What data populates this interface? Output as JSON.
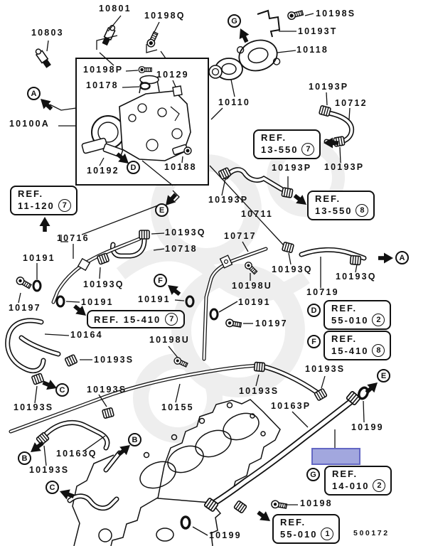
{
  "diagram": {
    "drawing_number": "500172",
    "highlight_color": "#a2a7de",
    "highlight_border": "#6468c4",
    "line_color": "#111111",
    "parts": {
      "p10100A": "10100A",
      "p10110": "10110",
      "p10118": "10118",
      "p10129": "10129",
      "p10155": "10155",
      "p10163P": "10163P",
      "p10163Q": "10163Q",
      "p10164": "10164",
      "p10178": "10178",
      "p10188": "10188",
      "p10191": "10191",
      "p10192": "10192",
      "p10193P": "10193P",
      "p10193Q": "10193Q",
      "p10193S": "10193S",
      "p10193T": "10193T",
      "p10197": "10197",
      "p10198": "10198",
      "p10198P": "10198P",
      "p10198Q": "10198Q",
      "p10198S": "10198S",
      "p10198U": "10198U",
      "p10199": "10199",
      "p10711": "10711",
      "p10712": "10712",
      "p10716": "10716",
      "p10717": "10717",
      "p10718": "10718",
      "p10719": "10719",
      "p10801": "10801",
      "p10803": "10803"
    },
    "view_markers": {
      "a": "A",
      "b": "B",
      "c": "C",
      "d": "D",
      "e": "E",
      "f": "F",
      "g": "G"
    },
    "refs": {
      "r11_120_7": {
        "title": "REF.",
        "code": "11-120",
        "num": "7"
      },
      "r13_550_7": {
        "title": "REF.",
        "code": "13-550",
        "num": "7"
      },
      "r13_550_8": {
        "title": "REF.",
        "code": "13-550",
        "num": "8"
      },
      "r15_410_7_inline": {
        "text": "REF. 15-410",
        "num": "7"
      },
      "r55_010_2": {
        "title": "REF.",
        "code": "55-010",
        "num": "2"
      },
      "r15_410_8": {
        "title": "REF.",
        "code": "15-410",
        "num": "8"
      },
      "r14_010_2": {
        "title": "REF.",
        "code": "14-010",
        "num": "2"
      },
      "r55_010_1": {
        "title": "REF.",
        "code": "55-010",
        "num": "1"
      }
    }
  }
}
